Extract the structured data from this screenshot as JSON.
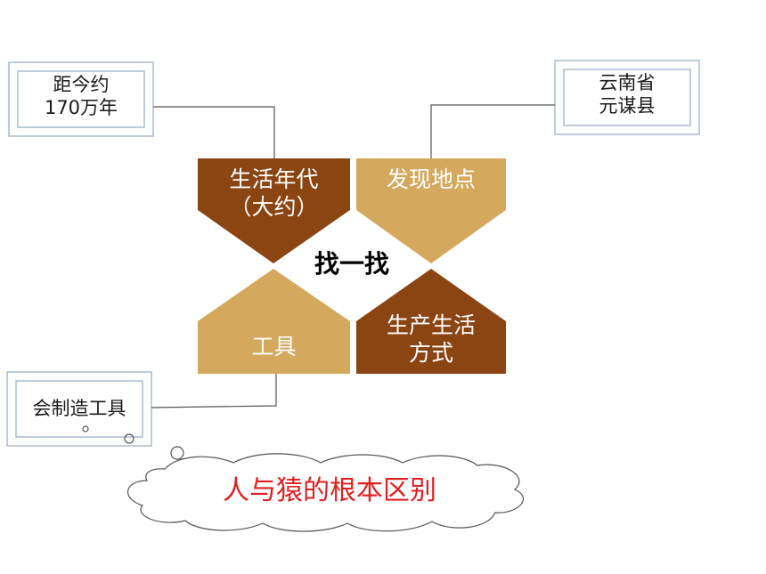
{
  "center": {
    "label": "找一找"
  },
  "shapes": [
    {
      "id": "era",
      "line1": "生活年代",
      "line2": "（大约）",
      "color": "#8B4513"
    },
    {
      "id": "place",
      "line1": "发现地点",
      "line2": "",
      "color": "#D4A95E"
    },
    {
      "id": "tools",
      "line1": "工具",
      "line2": "",
      "color": "#D4A95E"
    },
    {
      "id": "life",
      "line1": "生产生活",
      "line2": "方式",
      "color": "#8B4513"
    }
  ],
  "boxes": [
    {
      "id": "era-box",
      "line1": "距今约",
      "line2": "170万年"
    },
    {
      "id": "place-box",
      "line1": "云南省",
      "line2": "元谋县"
    },
    {
      "id": "tools-box",
      "line1": "会制造工具",
      "line2": ""
    }
  ],
  "cloud": {
    "text": "人与猿的根本区别",
    "text_color": "#E02020"
  },
  "colors": {
    "box_border": "#A8BCD0",
    "connector": "#555555",
    "cloud_border": "#555555"
  }
}
